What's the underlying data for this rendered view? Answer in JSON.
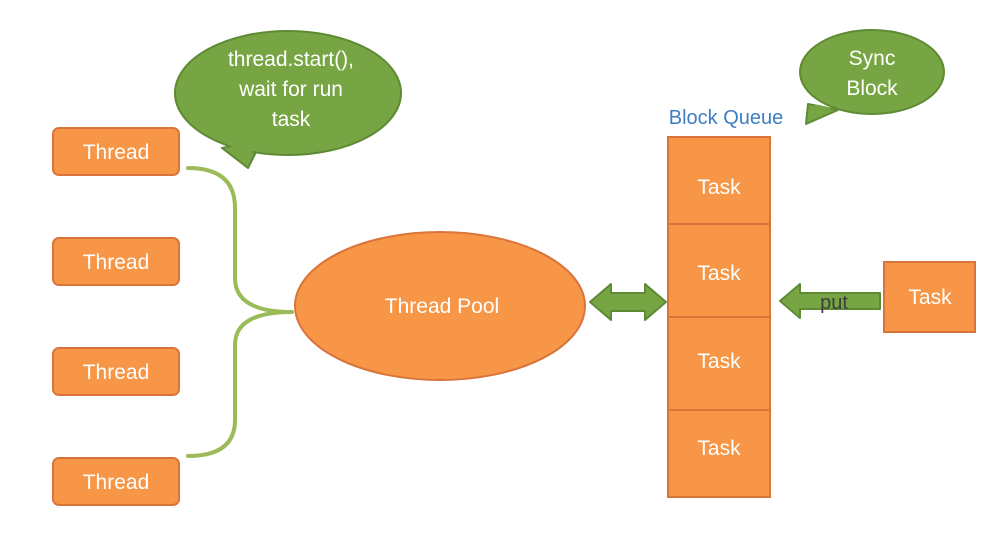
{
  "colors": {
    "orange_fill": "#f79646",
    "orange_border": "#d9743a",
    "green_fill": "#77a543",
    "green_border": "#5e8a34",
    "green_line": "#9bbb59",
    "queue_title": "#3e7ec2",
    "background": "#ffffff"
  },
  "threads": [
    {
      "label": "Thread"
    },
    {
      "label": "Thread"
    },
    {
      "label": "Thread"
    },
    {
      "label": "Thread"
    }
  ],
  "pool": {
    "label": "Thread Pool"
  },
  "start_bubble": {
    "lines": [
      "thread.start(),",
      "wait for run",
      "task"
    ]
  },
  "sync_bubble": {
    "lines": [
      "Sync",
      "Block"
    ]
  },
  "queue": {
    "title": "Block Queue",
    "tasks": [
      {
        "label": "Task"
      },
      {
        "label": "Task"
      },
      {
        "label": "Task"
      },
      {
        "label": "Task"
      }
    ]
  },
  "incoming_task": {
    "label": "Task"
  },
  "put_arrow": {
    "label": "put"
  }
}
